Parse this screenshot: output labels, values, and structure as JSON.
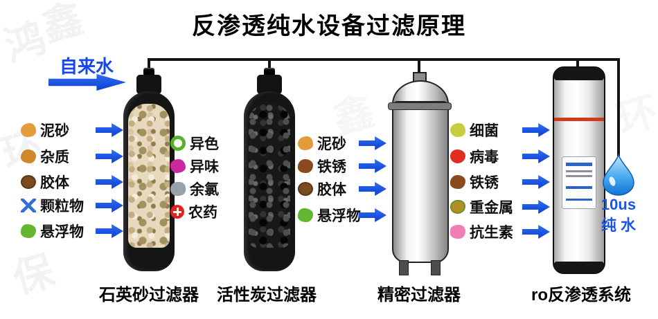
{
  "title": "反渗透纯水设备过滤原理",
  "inlet_label": "自来水",
  "watermark": {
    "chars": [
      "鸿",
      "鑫",
      "环",
      "保"
    ]
  },
  "filters": [
    {
      "caption": "石英砂过滤器",
      "contaminants": [
        {
          "label": "泥砂",
          "icon": "sand"
        },
        {
          "label": "杂质",
          "icon": "impurity"
        },
        {
          "label": "胶体",
          "icon": "colloid"
        },
        {
          "label": "颗粒物",
          "icon": "particle"
        },
        {
          "label": "悬浮物",
          "icon": "suspended"
        }
      ]
    },
    {
      "caption": "活性炭过滤器",
      "contaminants": [
        {
          "label": "异色",
          "icon": "color-abnormal"
        },
        {
          "label": "异味",
          "icon": "odor"
        },
        {
          "label": "余氯",
          "icon": "residual-chlorine"
        },
        {
          "label": "农药",
          "icon": "pesticide"
        }
      ]
    },
    {
      "caption": "精密过滤器",
      "contaminants": [
        {
          "label": "泥砂",
          "icon": "sand"
        },
        {
          "label": "铁锈",
          "icon": "rust"
        },
        {
          "label": "胶体",
          "icon": "colloid"
        },
        {
          "label": "悬浮物",
          "icon": "suspended"
        }
      ]
    },
    {
      "caption": "ro反渗透系统",
      "contaminants": [
        {
          "label": "细菌",
          "icon": "bacteria"
        },
        {
          "label": "病毒",
          "icon": "virus"
        },
        {
          "label": "铁锈",
          "icon": "rust"
        },
        {
          "label": "重金属",
          "icon": "heavy-metal"
        },
        {
          "label": "抗生素",
          "icon": "antibiotic"
        }
      ]
    }
  ],
  "output": {
    "line1": "10us",
    "line2": "纯 水"
  },
  "colors": {
    "accent_blue": "#1a56ee",
    "inlet_blue": "#1646ee",
    "droplet_blue": "#2b8fe8",
    "pipe_black": "#141414",
    "ro_stripe_red": "#cf3a18",
    "sand_tan": "#e6d9bd",
    "carbon_black": "#181818"
  }
}
